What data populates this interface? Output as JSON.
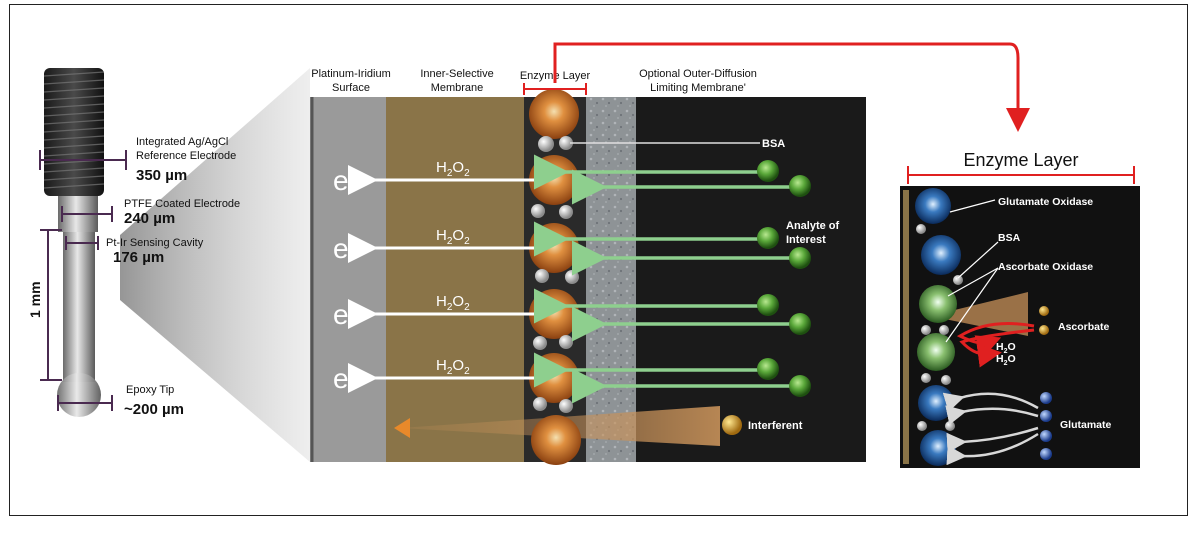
{
  "electrode": {
    "ref_label": "Integrated Ag/AgCl Reference Electrode",
    "ref_label_line1": "Integrated Ag/AgCl",
    "ref_label_line2": "Reference Electrode",
    "ref_size": "350 µm",
    "ptfe_label": "PTFE Coated Electrode",
    "ptfe_size": "240 µm",
    "cavity_label": "Pt-Ir Sensing Cavity",
    "cavity_size": "176 µm",
    "length_label": "1 mm",
    "tip_label": "Epoxy Tip",
    "tip_size": "~200 µm"
  },
  "columns": {
    "pt_line1": "Platinum-Iridium",
    "pt_line2": "Surface",
    "inner_line1": "Inner-Selective",
    "inner_line2": "Membrane",
    "enzyme": "Enzyme Layer",
    "outer_line1": "Optional Outer-Diffusion",
    "outer_line2": "Limiting Membrane'"
  },
  "cross_section": {
    "electron": "e",
    "electron_sup": "-",
    "h2o2_main": "H",
    "h2o2_sub1": "2",
    "h2o2_o": "O",
    "h2o2_sub2": "2",
    "bsa": "BSA",
    "analyte_line1": "Analyte of",
    "analyte_line2": "Interest",
    "interferent": "Interferent"
  },
  "zoom": {
    "title": "Enzyme Layer",
    "glutamate_oxidase": "Glutamate Oxidase",
    "bsa": "BSA",
    "ascorbate_oxidase": "Ascorbate Oxidase",
    "ascorbate": "Ascorbate",
    "h2o_h": "H",
    "h2o_sub": "2",
    "h2o_o": "O",
    "glutamate": "Glutamate"
  },
  "colors": {
    "pt_surface": "#9a9a9a",
    "inner_membrane": "#8a7448",
    "enzyme_bg": "#2a2a2a",
    "outer_membrane": "#8e9396",
    "dark_bg": "#1a1a1a",
    "arrow_red": "#e02020",
    "analyte_green": "#5aa83a",
    "interferent_orange": "#e8892a"
  }
}
